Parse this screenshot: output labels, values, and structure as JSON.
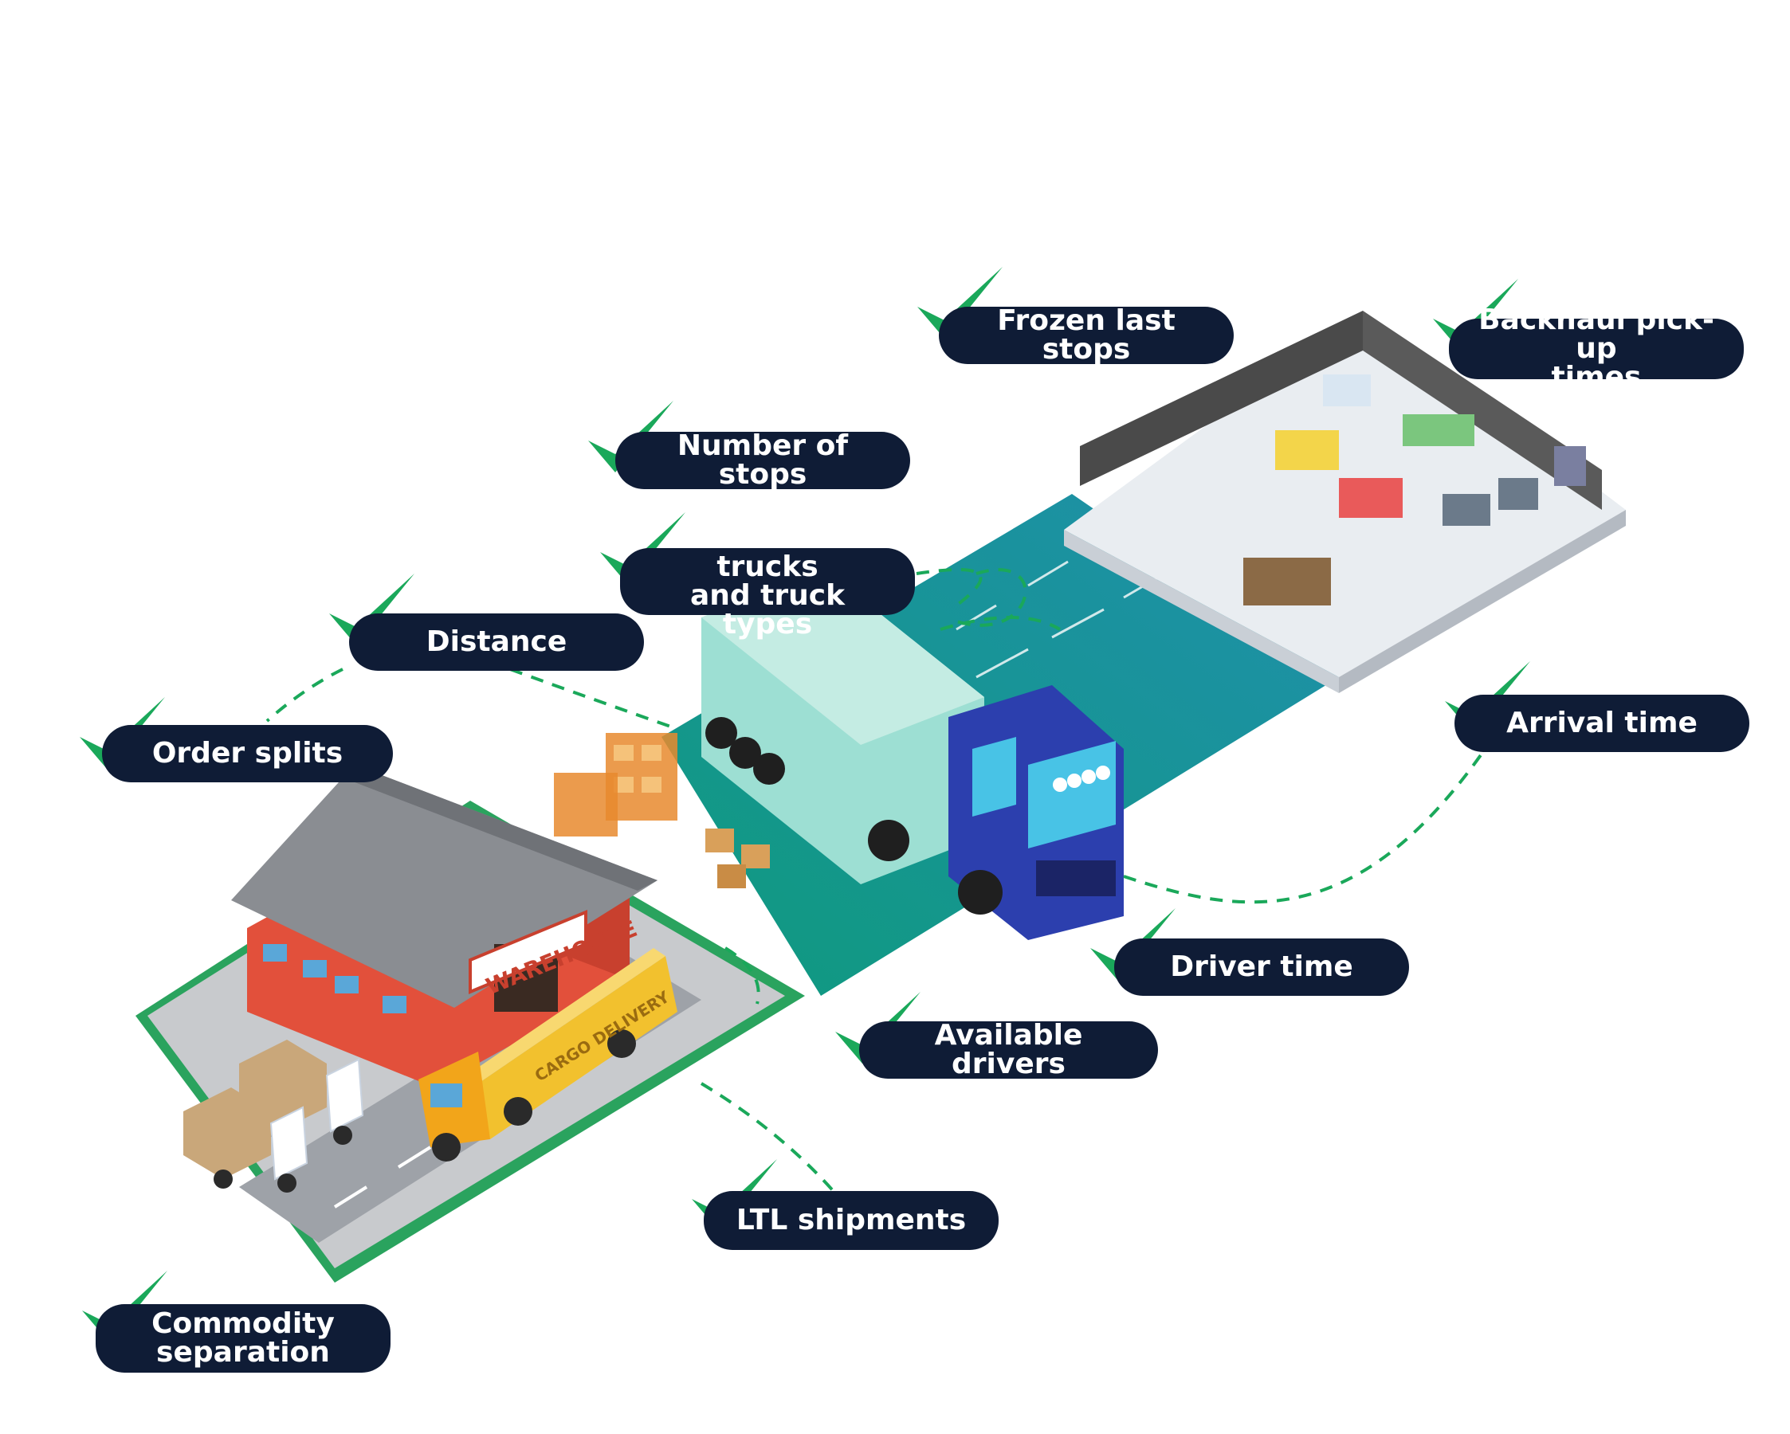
{
  "checklist": [
    {
      "id": "frozen-last-stops",
      "text": "Frozen last stops"
    },
    {
      "id": "backhaul-pickup-times",
      "text": "Backhaul pick-up\ntimes"
    },
    {
      "id": "number-of-stops",
      "text": "Number of stops"
    },
    {
      "id": "number-of-trucks",
      "text": "Number of trucks\nand truck types"
    },
    {
      "id": "distance",
      "text": "Distance"
    },
    {
      "id": "order-splits",
      "text": "Order splits"
    },
    {
      "id": "arrival-time",
      "text": "Arrival time"
    },
    {
      "id": "driver-time",
      "text": "Driver time"
    },
    {
      "id": "available-drivers",
      "text": "Available drivers"
    },
    {
      "id": "ltl-shipments",
      "text": "LTL shipments"
    },
    {
      "id": "commodity-separation",
      "text": "Commodity\nseparation"
    }
  ],
  "illustration": {
    "warehouse_sign": "WAREHOUSE",
    "trailer_text": "CARGO DELIVERY"
  },
  "colors": {
    "label_bg": "#0f1c36",
    "check": "#1aa85a",
    "road": "#0f9a7e",
    "road_teal": "#1f9bab",
    "truck_blue": "#2c3fae",
    "trailer": "#9ddfd3",
    "warehouse_red": "#e2503b",
    "roof_gray": "#8a8d92",
    "yellow_truck": "#f2c12e"
  }
}
